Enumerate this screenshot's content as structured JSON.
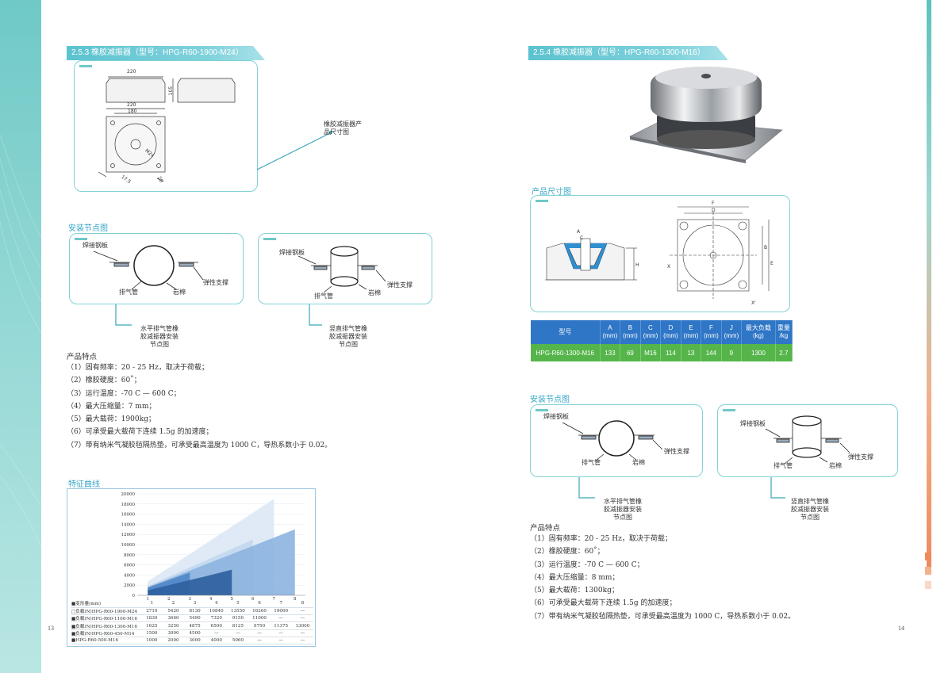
{
  "left_page": {
    "section_title": "2.5.3 橡胶减振器（型号：HPG-R60-1900-M24）",
    "dims": {
      "d220a": "220",
      "d105": "105",
      "d220b": "220",
      "d180": "180",
      "m24": "M24",
      "d20": "20",
      "d175": "17.5"
    },
    "dim_callout": "橡胶减振器产\n品尺寸图",
    "install_title": "安装节点图",
    "install_labels": {
      "weld_plate": "焊接钢板",
      "exhaust_pipe": "排气管",
      "rock_wool": "岩棉",
      "elastic_support": "弹性支撑"
    },
    "caption_horizontal": "水平排气管橡\n胶减振器安装\n节点图",
    "caption_vertical": "竖直排气管橡\n胶减振器安装\n节点图",
    "features_title": "产品特点",
    "features": [
      "（1）固有频率：20 - 25 Hz，取决于荷载；",
      "（2）橡胶硬度：60˚；",
      "（3）运行温度：-70 C — 600 C；",
      "（4）最大压缩量：7 mm；",
      "（5）最大载荷：1900kg；",
      "（6）可承受最大载荷下连续 1.5g 的加速度；",
      "（7）带有纳米气凝胶毡隔热垫，可承受最高温度为 1000 C，导热系数小于 0.02。"
    ],
    "curve_title": "特征曲线",
    "page_number": "13"
  },
  "right_page": {
    "section_title": "2.5.4 橡胶减振器（型号：HPG-R60-1300-M16）",
    "dim_title": "产品尺寸图",
    "dim_letters": {
      "a": "A",
      "b": "B",
      "c": "C",
      "d": "D",
      "e": "E",
      "f": "F",
      "h": "H",
      "x": "X",
      "x2": "X'"
    },
    "table": {
      "headers": [
        "型号",
        "A\n(mm)",
        "B\n(mm)",
        "C\n(mm)",
        "D\n(mm)",
        "E\n(mm)",
        "F\n(mm)",
        "J\n(mm)",
        "最大负载\n(kg)",
        "重量\n/kg"
      ],
      "row": [
        "HPG-R60-1300-M16",
        "133",
        "69",
        "M16",
        "114",
        "13",
        "144",
        "9",
        "1300",
        "2.7"
      ]
    },
    "install_title": "安装节点图",
    "install_labels": {
      "weld_plate": "焊接钢板",
      "exhaust_pipe": "排气管",
      "rock_wool": "岩棉",
      "elastic_support": "弹性支撑"
    },
    "caption_horizontal": "水平排气管橡\n胶减振器安装\n节点图",
    "caption_vertical": "竖直排气管橡\n胶减振器安装\n节点图",
    "features_title": "产品特点",
    "features": [
      "（1）固有频率：20 - 25 Hz，取决于荷载；",
      "（2）橡胶硬度：60˚；",
      "（3）运行温度：-70 C — 600 C；",
      "（4）最大压缩量：8 mm；",
      "（5）最大载荷：1300kg；",
      "（6）可承受最大载荷下连续 1.5g 的加速度；",
      "（7）带有纳米气凝胶毡隔热垫，可承受最高温度为 1000 C，导热系数小于 0.02。"
    ],
    "page_number": "14"
  },
  "chart_data": {
    "type": "area",
    "x": [
      1,
      2,
      3,
      4,
      5,
      6,
      7,
      8
    ],
    "ylim": [
      0,
      20000
    ],
    "yticks": [
      0,
      2000,
      4000,
      6000,
      8000,
      10000,
      12000,
      14000,
      16000,
      18000,
      20000
    ],
    "table_rows": [
      {
        "label": "■变形量(mm)",
        "cells": [
          "1",
          "2",
          "3",
          "4",
          "5",
          "6",
          "7",
          "8"
        ]
      },
      {
        "label": "□负载(N)HPG-R60-1900-M24",
        "cells": [
          "2710",
          "5420",
          "8130",
          "10840",
          "13550",
          "16260",
          "19000",
          "—"
        ]
      },
      {
        "label": "■负载(N)HPG-R60-1100-M16",
        "cells": [
          "1830",
          "3660",
          "5490",
          "7320",
          "9150",
          "11000",
          "—",
          "—"
        ]
      },
      {
        "label": "■负载(N)HPG-R60-1300-M16",
        "cells": [
          "1625",
          "3250",
          "4875",
          "6500",
          "8125",
          "9750",
          "11375",
          "13000"
        ]
      },
      {
        "label": "■负载(N)HPG-R60-450-M14",
        "cells": [
          "1500",
          "3000",
          "4500",
          "—",
          "—",
          "—",
          "—",
          "—"
        ]
      },
      {
        "label": "■HPG-R60-500-M16",
        "cells": [
          "1000",
          "2000",
          "3000",
          "4000",
          "5060",
          "—",
          "—",
          "—"
        ]
      }
    ],
    "series": [
      {
        "values": [
          2710,
          5420,
          8130,
          10840,
          13550,
          16260,
          19000,
          null
        ],
        "color": "#dbe8f5"
      },
      {
        "values": [
          1830,
          3660,
          5490,
          7320,
          9150,
          11000,
          null,
          null
        ],
        "color": "#c3d8ee"
      },
      {
        "values": [
          1625,
          3250,
          4875,
          6500,
          8125,
          9750,
          11375,
          13000
        ],
        "color": "#8cb4e0"
      },
      {
        "values": [
          1500,
          3000,
          4500,
          null,
          null,
          null,
          null,
          null
        ],
        "color": "#4f86c6"
      },
      {
        "values": [
          1000,
          2000,
          3000,
          4000,
          5060,
          null,
          null,
          null
        ],
        "color": "#2e5f9e"
      }
    ]
  }
}
